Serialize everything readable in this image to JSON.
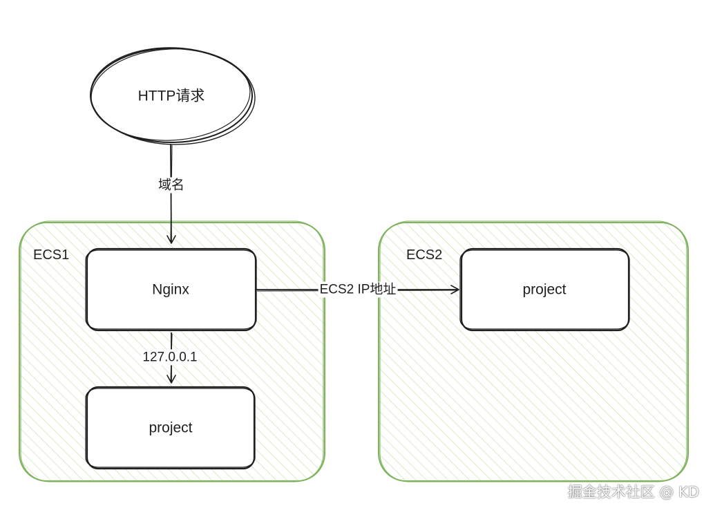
{
  "nodes": {
    "http_request": {
      "label": "HTTP请求"
    },
    "nginx": {
      "label": "Nginx"
    },
    "project_ecs1": {
      "label": "project"
    },
    "project_ecs2": {
      "label": "project"
    }
  },
  "groups": {
    "ecs1": {
      "label": "ECS1"
    },
    "ecs2": {
      "label": "ECS2"
    }
  },
  "edges": {
    "domain": {
      "label": "域名"
    },
    "local": {
      "label": "127.0.0.1"
    },
    "ecs2_ip": {
      "label": "ECS2 IP地址"
    }
  },
  "watermark": "掘金技术社区 @ KD",
  "colors": {
    "group_stroke": "#7fb35d",
    "group_hatch": "#c9e3b5",
    "stroke": "#1e1e1e",
    "background": "#ffffff"
  }
}
